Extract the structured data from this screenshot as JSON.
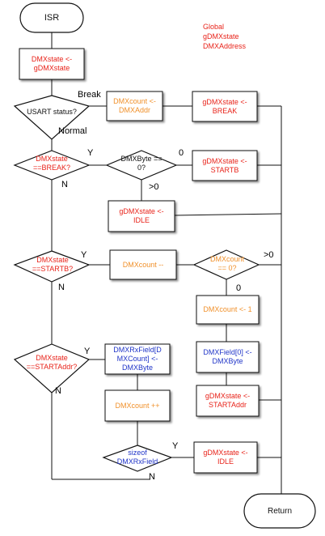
{
  "colors": {
    "red": "#e8231a",
    "orange": "#f0902a",
    "blue": "#2035c8",
    "black": "#111111"
  },
  "global_note": {
    "line1": "Global",
    "line2": "gDMXstate",
    "line3": "DMXAddress"
  },
  "nodes": {
    "isr": "ISR",
    "assign_state": "DMXstate <- gDMXstate",
    "usart_status": "USART status?",
    "dmxcount_addr": "DMXcount <- DMXAddr",
    "gstate_break": "gDMXstate <- BREAK",
    "state_break_q": "DMXstate ==BREAK?",
    "dmxbyte_zero_q": "DMXByte == 0?",
    "gstate_startb": "gDMXstate <- STARTB",
    "gstate_idle_1": "gDMXstate <- IDLE",
    "state_startb_q": "DMXstate ==STARTB?",
    "dmxcount_dec": "DMXcount --",
    "dmxcount_zero_q": "DMXcount == 0?",
    "dmxcount_one": "DMXcount <- 1",
    "dmxfield_zero": "DMXField[0] <-DMXByte",
    "gstate_startaddr": "gDMXstate <- STARTAddr",
    "state_startaddr_q": "DMXstate ==STARTAddr?",
    "rxfield_assign": "DMXRxField[D MXCount] <-DMXByte",
    "dmxcount_inc": "DMXcount ++",
    "sizeof_q": "sizeof DMXRxField",
    "gstate_idle_2": "gDMXstate <- IDLE",
    "return": "Return"
  },
  "edge_labels": {
    "break": "Break",
    "normal": "Normal",
    "y1": "Y",
    "n1": "N",
    "zero1": "0",
    "gt0_1": ">0",
    "y2": "Y",
    "n2": "N",
    "gt0_2": ">0",
    "zero2": "0",
    "y3": "Y",
    "n3": "N",
    "y4": "Y",
    "n4": "N"
  }
}
